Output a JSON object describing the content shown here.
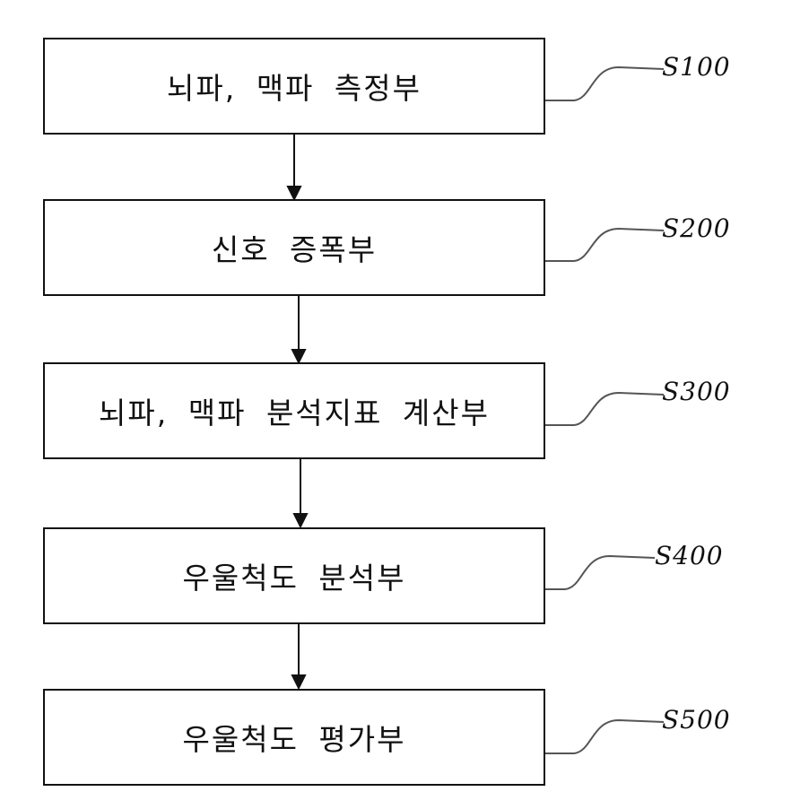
{
  "steps": [
    {
      "label": "뇌파, 맥파 측정부",
      "ref": "S100"
    },
    {
      "label": "신호 증폭부",
      "ref": "S200"
    },
    {
      "label": "뇌파, 맥파 분석지표 계산부",
      "ref": "S300"
    },
    {
      "label": "우울척도 분석부",
      "ref": "S400"
    },
    {
      "label": "우울척도 평가부",
      "ref": "S500"
    }
  ]
}
